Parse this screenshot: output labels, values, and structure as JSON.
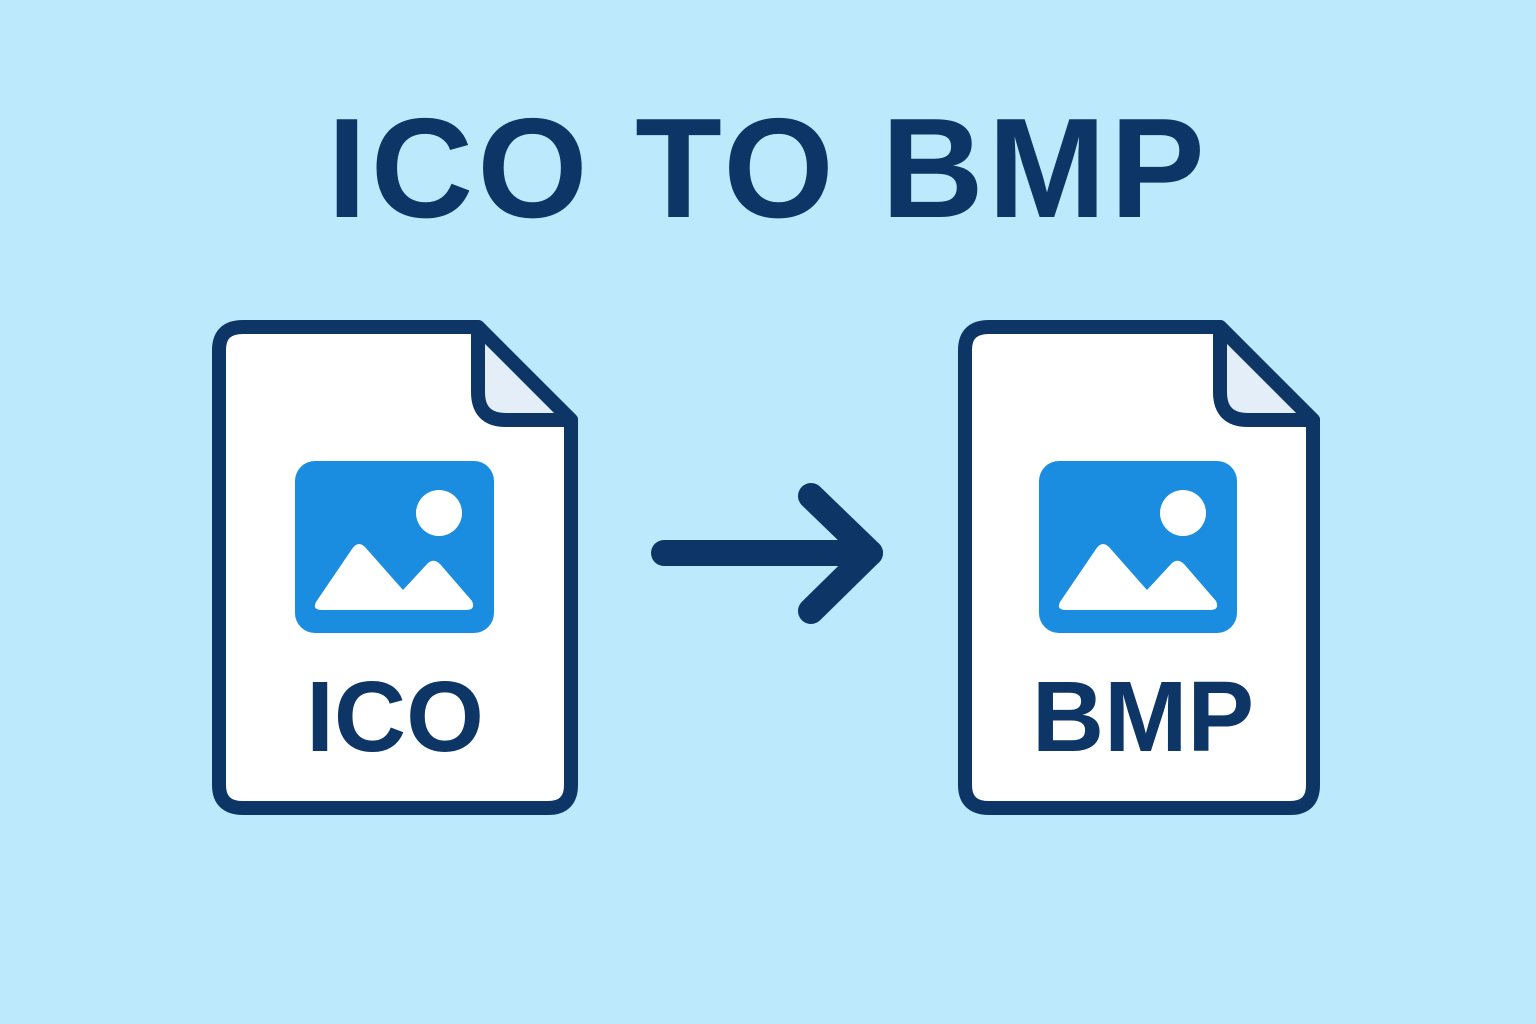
{
  "title": "ICO TO BMP",
  "source_file": {
    "label": "ICO",
    "icon": "image-file-icon"
  },
  "target_file": {
    "label": "BMP",
    "icon": "image-file-icon"
  },
  "arrow": {
    "icon": "arrow-right-icon"
  },
  "colors": {
    "background": "#bde9fc",
    "navy": "#0d3566",
    "image_blue": "#1a8de0",
    "fold": "#e3eef8"
  }
}
